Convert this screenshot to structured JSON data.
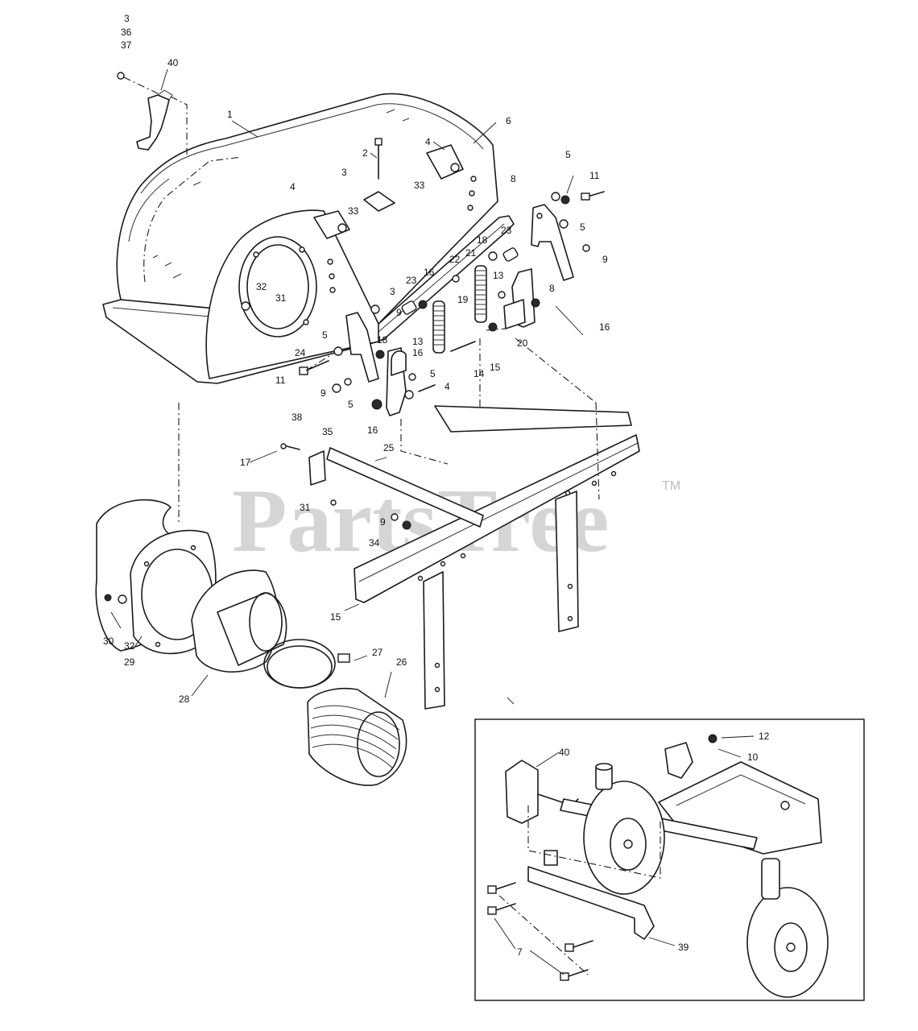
{
  "watermark": {
    "text": "PartsTree",
    "trademark": "TM"
  },
  "callouts": {
    "c3a": "3",
    "c36": "36",
    "c37": "37",
    "c40a": "40",
    "c1": "1",
    "c6": "6",
    "c2": "2",
    "c4a": "4",
    "c3b": "3",
    "c33a": "33",
    "c4b": "4",
    "c33b": "33",
    "c32a": "32",
    "c31a": "31",
    "c5a": "5",
    "c8a": "8",
    "c11a": "11",
    "c5b": "5",
    "c9a": "9",
    "c23a": "23",
    "c18a": "18",
    "c22": "22",
    "c21": "21",
    "c16a": "16",
    "c23b": "23",
    "c13a": "13",
    "c8b": "8",
    "c16b": "16",
    "c19": "19",
    "c3c": "3",
    "c9b": "9",
    "c20": "20",
    "c5c": "5",
    "c18b": "18",
    "c13b": "13",
    "c16c": "16",
    "c24": "24",
    "c11b": "11",
    "c14": "14",
    "c15a": "15",
    "c5d": "5",
    "c4c": "4",
    "c9c": "9",
    "c5e": "5",
    "c16d": "16",
    "c25a": "25",
    "c38": "38",
    "c35": "35",
    "c17": "17",
    "c31b": "31",
    "c9d": "9",
    "c34": "34",
    "c15b": "15",
    "c27": "27",
    "c26": "26",
    "c30": "30",
    "c32b": "32",
    "c29": "29",
    "c28": "28",
    "c12": "12",
    "c10": "10",
    "c40b": "40",
    "c39": "39",
    "c7": "7"
  }
}
